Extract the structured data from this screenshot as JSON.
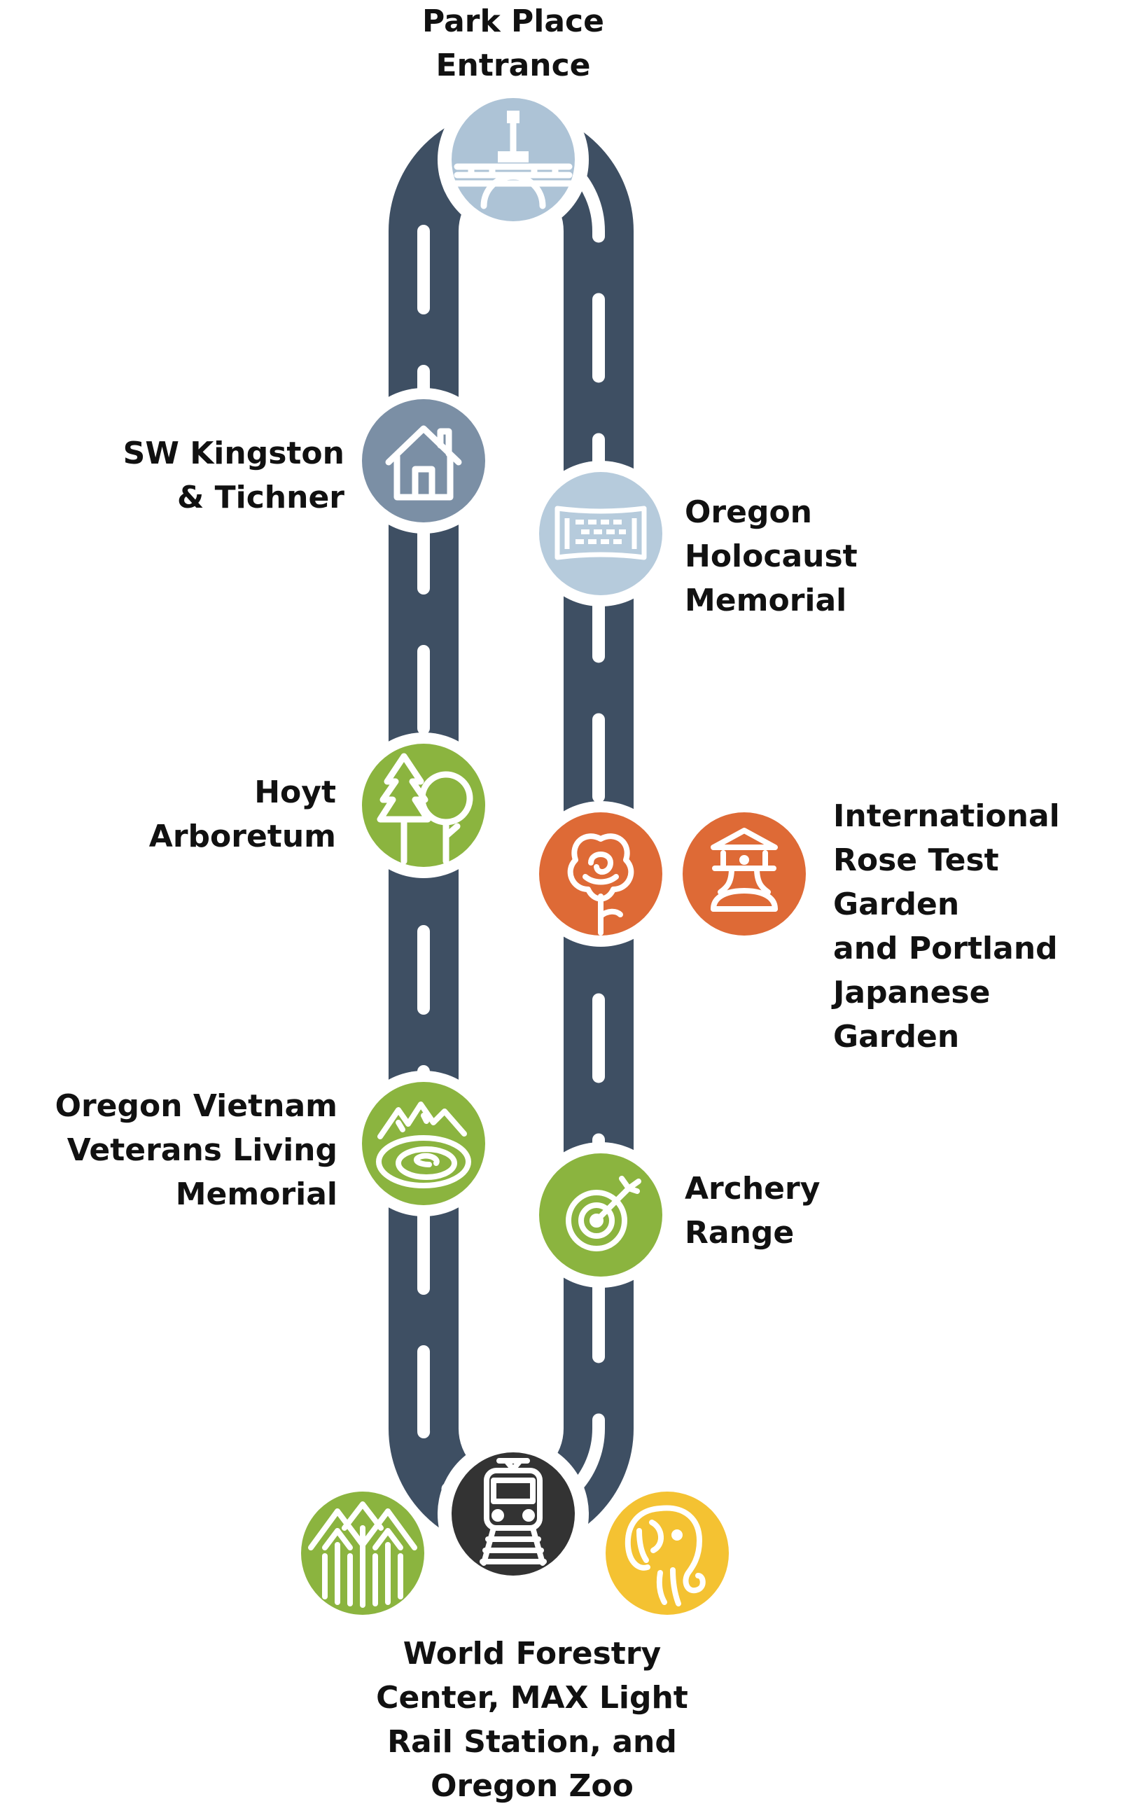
{
  "colors": {
    "road": "#3e4f63",
    "road_dash": "#ffffff",
    "entrance_blue": "#adc3d6",
    "house_slate": "#7b8fa5",
    "memorial_blue": "#b6cbdc",
    "green": "#8bb43f",
    "orange": "#de6a36",
    "train_dark": "#333333",
    "zoo_yellow": "#f4c232",
    "icon_stroke": "#ffffff",
    "label_text": "#111111"
  },
  "stops": {
    "park_place": {
      "label": "Park Place\nEntrance",
      "icon": "park-gateway-icon"
    },
    "sw_kingston": {
      "label": "SW Kingston\n& Tichner",
      "icon": "house-icon"
    },
    "holocaust": {
      "label": "Oregon\nHolocaust\nMemorial",
      "icon": "memorial-wall-icon"
    },
    "hoyt": {
      "label": "Hoyt\nArboretum",
      "icon": "trees-icon"
    },
    "rose_japanese": {
      "label": "International\nRose Test\nGarden\nand Portland\nJapanese\nGarden",
      "icons": [
        "rose-icon",
        "japanese-lantern-icon"
      ]
    },
    "vietnam": {
      "label": "Oregon Vietnam\nVeterans Living\nMemorial",
      "icon": "mountain-spiral-icon"
    },
    "archery": {
      "label": "Archery\nRange",
      "icon": "target-arrow-icon"
    },
    "world_forestry": {
      "label": "World Forestry\nCenter, MAX Light\nRail Station, and\nOregon Zoo",
      "icons": [
        "forest-icon",
        "train-icon",
        "elephant-icon"
      ]
    }
  }
}
